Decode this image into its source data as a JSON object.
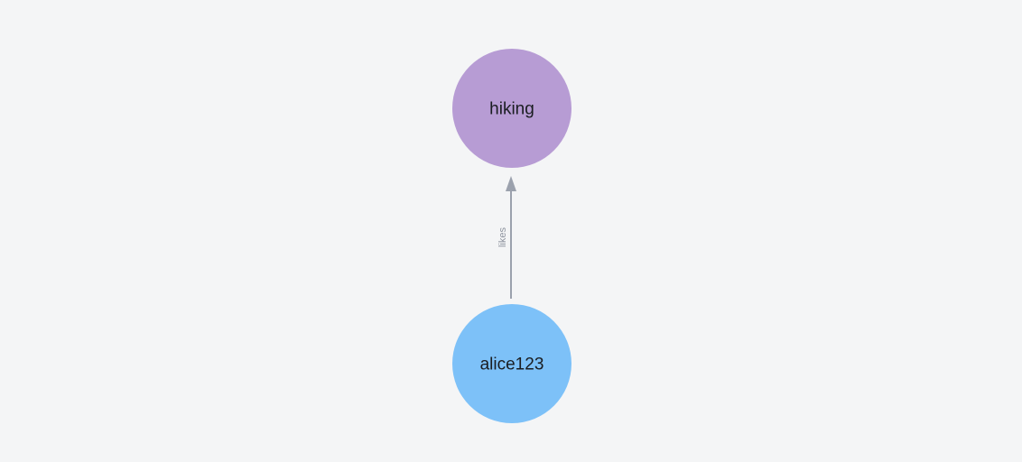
{
  "canvas": {
    "background": "#f4f5f6"
  },
  "graph": {
    "nodes": [
      {
        "id": "hiking",
        "label": "hiking",
        "color": "#b79cd4"
      },
      {
        "id": "alice123",
        "label": "alice123",
        "color": "#7dc1f8"
      }
    ],
    "edges": [
      {
        "source": "alice123",
        "target": "hiking",
        "label": "likes",
        "color": "#9ba1ad"
      }
    ]
  },
  "colors": {
    "node_label_text": "#1a1d21",
    "edge_label_text": "#8d939e"
  }
}
